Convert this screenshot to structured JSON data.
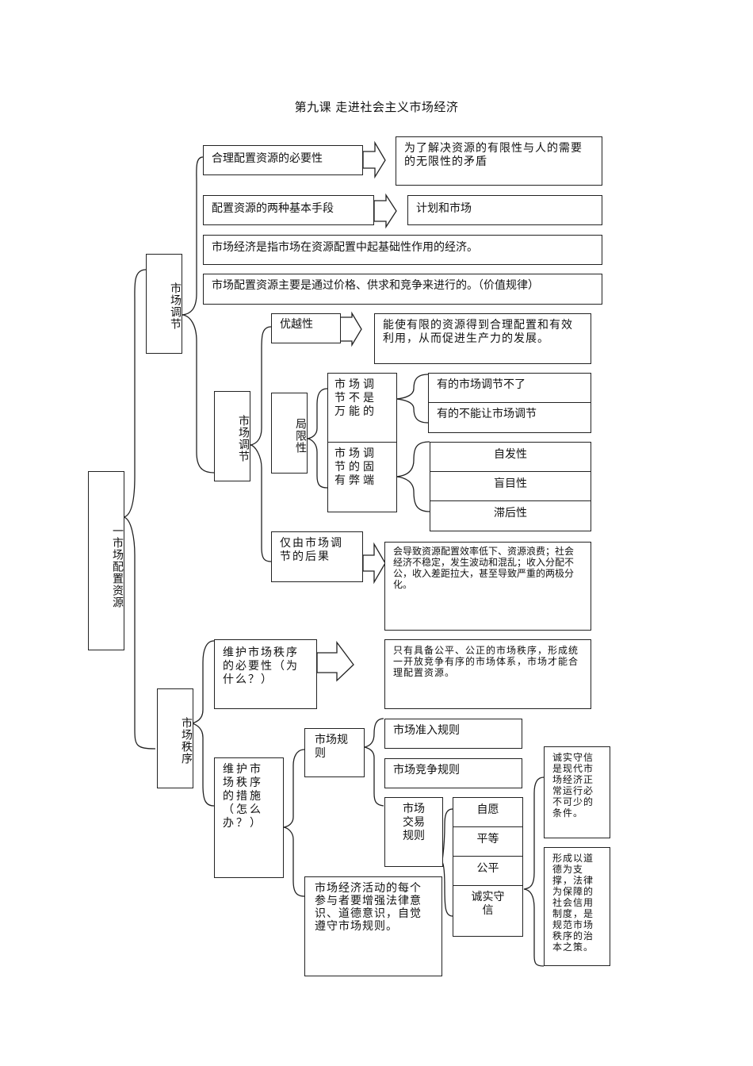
{
  "title": "第九课  走进社会主义市场经济",
  "root": {
    "label": "一市场配置资源"
  },
  "market_regulation": {
    "label": "市场调节",
    "necessity": {
      "label": "合理配置资源的必要性",
      "result": "为了解决资源的有限性与人的需要的无限性的矛盾"
    },
    "two_means": {
      "label": "配置资源的两种基本手段",
      "result": "计划和市场"
    },
    "definition": "市场经济是指市场在资源配置中起基础性作用的经济。",
    "mechanism": "市场配置资源主要是通过价格、供求和竞争来进行的。（价值规律）",
    "sub": {
      "label": "市场调节",
      "advantage": {
        "label": "优越性",
        "result": "能使有限的资源得到合理配置和有效利用，从而促进生产力的发展。"
      },
      "limitation": {
        "label": "局限性",
        "not_omnipotent": {
          "label": "市场调节不是万能的",
          "items": [
            "有的市场调节不了",
            "有的不能让市场调节"
          ]
        },
        "inherent_defects": {
          "label": "市场调节的固有弊端",
          "items": [
            "自发性",
            "盲目性",
            "滞后性"
          ]
        }
      },
      "consequence": {
        "label": "仅由市场调节的后果",
        "result": "会导致资源配置效率低下、资源浪费；社会经济不稳定，发生波动和混乱；收入分配不公，收入差距拉大，甚至导致严重的两极分化。"
      }
    }
  },
  "market_order": {
    "label": "市场秩序",
    "necessity": {
      "label": "维护市场秩序的必要性（为什么？）",
      "result": "只有具备公平、公正的市场秩序，形成统一开放竞争有序的市场体系，市场才能合理配置资源。"
    },
    "measures": {
      "label": "维护市场秩序的措施（怎么办？）",
      "rules": {
        "label": "市场规则",
        "entry": "市场准入规则",
        "competition": "市场竞争规则",
        "trade": {
          "label": "市场交易规则",
          "principles": [
            "自愿",
            "平等",
            "公平",
            "诚实守信"
          ]
        }
      },
      "participants": "市场经济活动的每个参与者要增强法律意识、道德意识，自觉遵守市场规则。",
      "integrity_notes": [
        "诚实守信是现代市场经济正常运行必不可少的条件。",
        "形成以道德为支撑，法律为保障的社会信用制度，是规范市场秩序的治本之策。"
      ]
    }
  }
}
